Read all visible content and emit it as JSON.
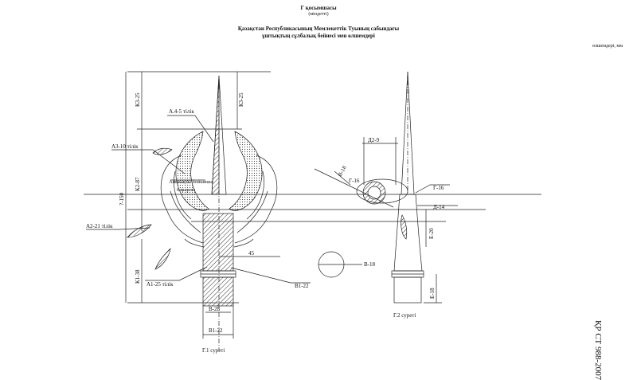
{
  "header": {
    "appendix": "Г қосымшасы",
    "status": "(міндетті)",
    "title_line1": "Қазақстан Республикасының Мемлекеттік Туының сабындағы",
    "title_line2": "ұштықтың сұлбалық бейнесі мен өлшемдері",
    "units": "өлшемдері, мм"
  },
  "standard_code": "ҚР СТ 988-2007",
  "figure1": {
    "caption": "Г.1 суреті",
    "labels": {
      "a4_5": "А.4-5 тілік",
      "a3_10": "А3-10 тілік",
      "a2_21": "А2-21 тілік",
      "a1_25": "А1-25 тілік",
      "rivet_note1": "Айшықты бойынша",
      "rivet_note2": "6 қырлы",
      "dim_45": "45",
      "b1_22_leader": "В1-22",
      "b1_22_bottom": "В1-22",
      "b28": "В-28",
      "b18": "В-18"
    },
    "dims": {
      "k3_25_left": "К3-25",
      "k3_25_right": "К3-25",
      "k2_87": "К2-87",
      "k1_38": "К1-38",
      "total_150": "?-150"
    }
  },
  "figure2": {
    "caption": "Г.2 суреті",
    "labels": {
      "d2_9": "Д2-9",
      "v18": "В-18",
      "g16_left": "Г-16",
      "g16_right": "Г-16",
      "d14": "Д-14",
      "e20": "Е-20",
      "e18": "Е-18"
    }
  }
}
